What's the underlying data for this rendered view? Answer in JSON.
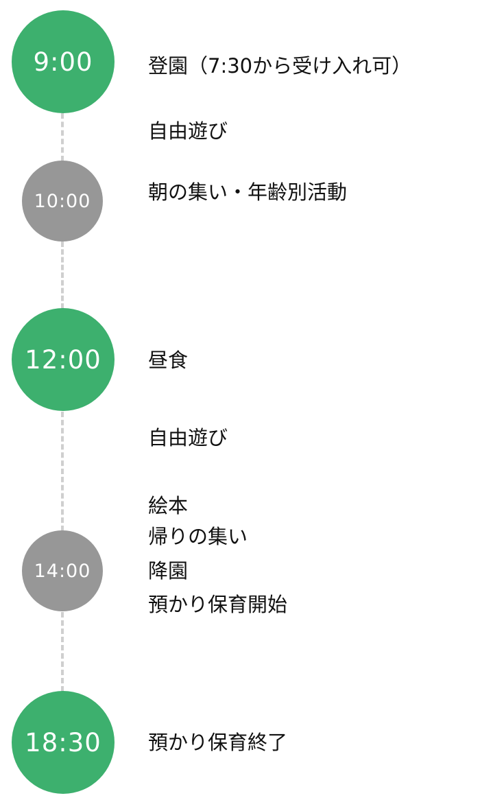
{
  "schedule": {
    "times": {
      "t0900": "9:00",
      "t1000": "10:00",
      "t1200": "12:00",
      "t1400": "14:00",
      "t1830": "18:30"
    },
    "activities": {
      "arrival": "登園（7:30から受け入れ可）",
      "free_play_1": "自由遊び",
      "morning_gathering": "朝の集い・年齢別活動",
      "lunch": "昼食",
      "free_play_2": "自由遊び",
      "picture_book": "絵本",
      "home_gathering": "帰りの集い",
      "departure": "降園",
      "extended_care_start": "預かり保育開始",
      "extended_care_end": "預かり保育終了"
    },
    "colors": {
      "highlight": "#3db06e",
      "secondary": "#979797",
      "connector": "#cfcfcf"
    }
  }
}
